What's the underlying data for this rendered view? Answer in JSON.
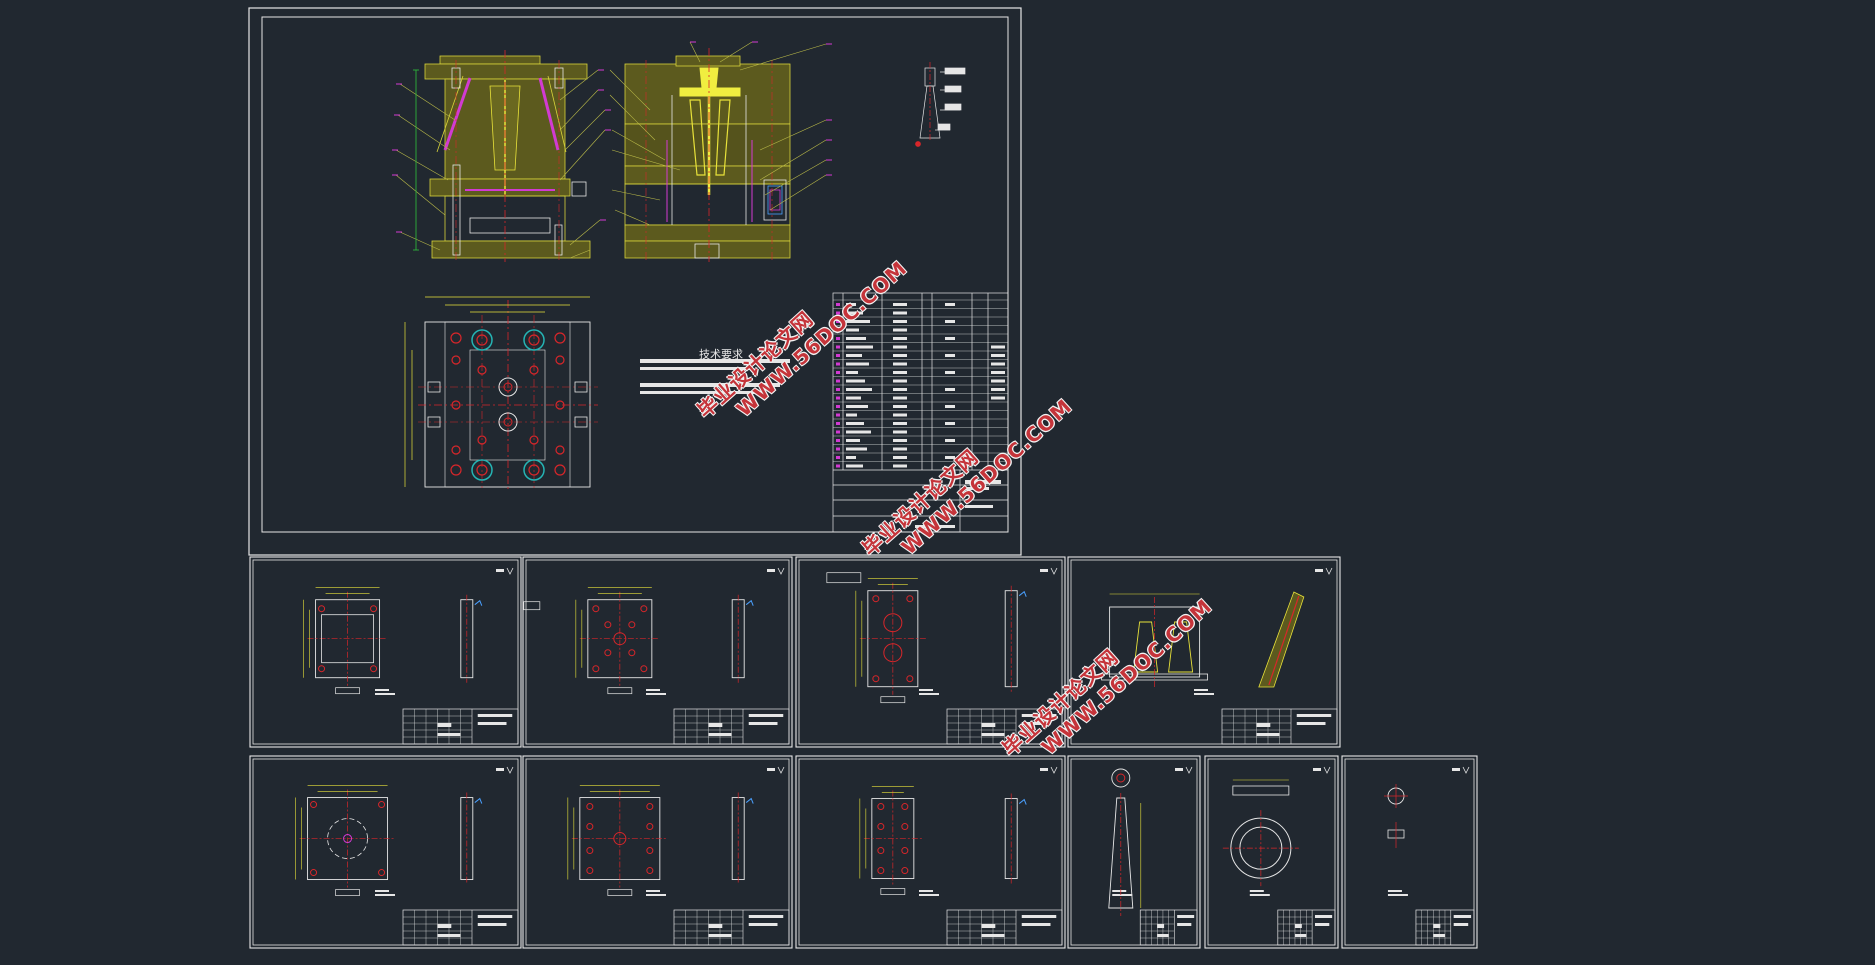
{
  "main_sheet": {
    "notes_title": "技术要求"
  },
  "watermarks": [
    {
      "line1": "毕业设计论文网",
      "line2": "WWW.56DOC.COM"
    },
    {
      "line1": "毕业设计论文网",
      "line2": "WWW.56DOC.COM"
    },
    {
      "line1": "毕业设计论文网",
      "line2": "WWW.56DOC.COM"
    }
  ],
  "colors": {
    "background": "#212830",
    "frame": "#e6e6e6",
    "part_fill": "#5c5a1e",
    "centerline": "#d8262a",
    "dimension": "#e8e23a",
    "leader": "#b8b848",
    "magenta": "#d23ad2",
    "cyan": "#25b4b4",
    "blue_symbol": "#4aa0ff",
    "hatch": "#8a8a30",
    "watermark": "#c5343a"
  }
}
